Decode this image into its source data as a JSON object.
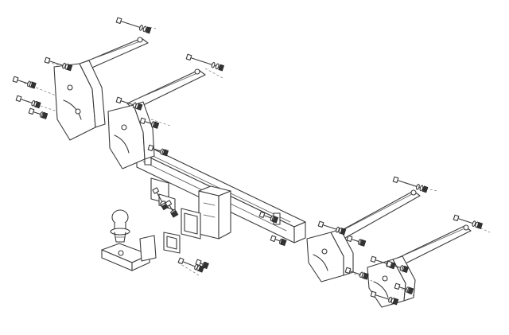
{
  "diagram": {
    "type": "exploded-assembly-line-drawing",
    "colors": {
      "background": "#ffffff",
      "line": "#3a3a3a"
    },
    "parts": [
      "crossbar-beam",
      "left-outer-bracket-arm",
      "left-inner-bracket-arm",
      "right-inner-bracket-arm",
      "right-outer-bracket-arm",
      "left-side-plate-outer",
      "left-side-plate-inner",
      "right-side-plate-inner",
      "right-side-plate-outer",
      "center-receiver-socket",
      "mounting-plate",
      "tow-ball",
      "ball-mount-neck",
      "square-insert",
      "hardware-bolts-and-nuts"
    ]
  }
}
